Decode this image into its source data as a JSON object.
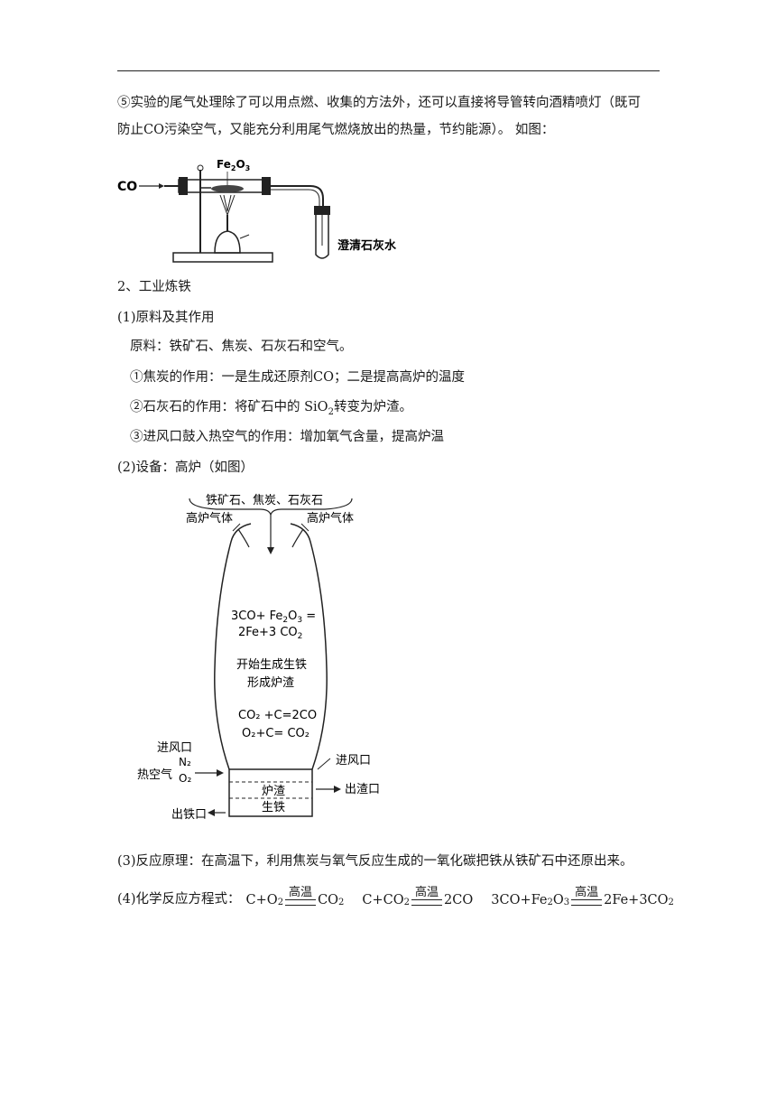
{
  "intro": {
    "line1": "⑤实验的尾气处理除了可以用点燃、收集的方法外，还可以直接将导管转向酒精喷灯（既可",
    "line2": "防止CO污染空气，又能充分利用尾气燃烧放出的热量，节约能源）。 如图："
  },
  "apparatus": {
    "co_label": "CO",
    "fe2o3_base": "Fe",
    "fe2o3_sub1": "2",
    "fe2o3_o": "O",
    "fe2o3_sub2": "3",
    "limewater": "澄清石灰水"
  },
  "section2": {
    "title": "2、工业炼铁",
    "sub1": "(1)原料及其作用",
    "raw": "原料：铁矿石、焦炭、石灰石和空气。",
    "item1": "①焦炭的作用：一是生成还原剂CO；二是提高高炉的温度",
    "item2_a": "②石灰石的作用：将矿石中的 SiO",
    "item2_sub": "2",
    "item2_b": "转变为炉渣。",
    "item3": "③进风口鼓入热空气的作用：增加氧气含量，提高炉温",
    "sub2": "(2)设备：高炉（如图）",
    "sub3": "(3)反应原理：在高温下，利用焦炭与氧气反应生成的一氧化碳把铁从铁矿石中还原出来。",
    "sub4": "(4)化学反应方程式："
  },
  "furnace": {
    "top_feed": "铁矿石、焦炭、石灰石",
    "gas_left": "高炉气体",
    "gas_right": "高炉气体",
    "eq1_a": "3CO+ Fe",
    "eq1_b": "2Fe+3 CO",
    "mid1": "开始生成生铁",
    "mid2": "形成炉渣",
    "eq2": "CO₂ +C=2CO",
    "eq3": "O₂+C= CO₂",
    "inlet_left": "进风口",
    "hot_air": "热空气",
    "n2": "N₂",
    "o2": "O₂",
    "inlet_right": "进风口",
    "slag_out": "出渣口",
    "slag": "炉渣",
    "pig_iron": "生铁",
    "iron_out": "出铁口"
  },
  "equations": {
    "condition": "高温",
    "e1_left": "C+O",
    "e1_right": "CO",
    "e2_left": "C+CO",
    "e2_right": "2CO",
    "e3_left_a": "3CO+Fe",
    "e3_left_b": "O",
    "e3_right": "2Fe+3CO",
    "sub2": "2",
    "sub3": "3"
  }
}
